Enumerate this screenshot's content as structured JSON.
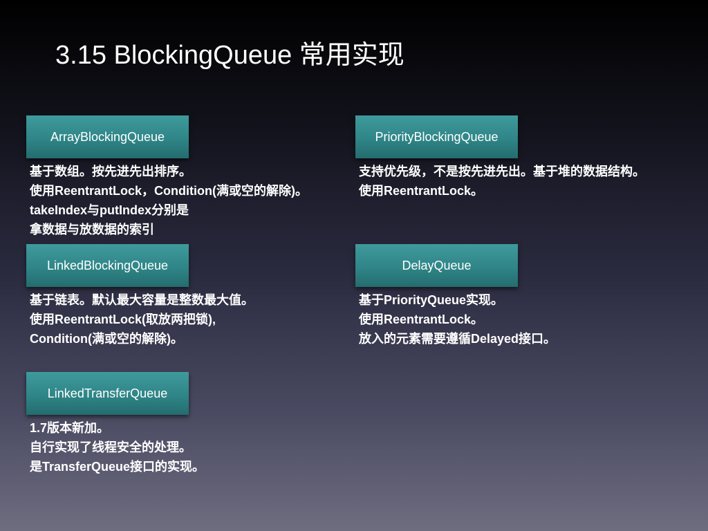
{
  "slide": {
    "title": "3.15 BlockingQueue 常用实现"
  },
  "queues": {
    "array": {
      "name": "ArrayBlockingQueue",
      "lines": [
        "基于数组。按先进先出排序。",
        "使用ReentrantLock，Condition(满或空的解除)。",
        "takeIndex与putIndex分别是",
        "拿数据与放数据的索引"
      ]
    },
    "priority": {
      "name": "PriorityBlockingQueue",
      "lines": [
        "支持优先级，不是按先进先出。基于堆的数据结构。",
        "使用ReentrantLock。"
      ]
    },
    "linked": {
      "name": "LinkedBlockingQueue",
      "lines": [
        "基于链表。默认最大容量是整数最大值。",
        "使用ReentrantLock(取放两把锁),",
        "Condition(满或空的解除)。"
      ]
    },
    "delay": {
      "name": "DelayQueue",
      "lines": [
        "基于PriorityQueue实现。",
        "使用ReentrantLock。",
        "放入的元素需要遵循Delayed接口。"
      ]
    },
    "transfer": {
      "name": "LinkedTransferQueue",
      "lines": [
        "1.7版本新加。",
        "自行实现了线程安全的处理。",
        "是TransferQueue接口的实现。"
      ]
    }
  }
}
